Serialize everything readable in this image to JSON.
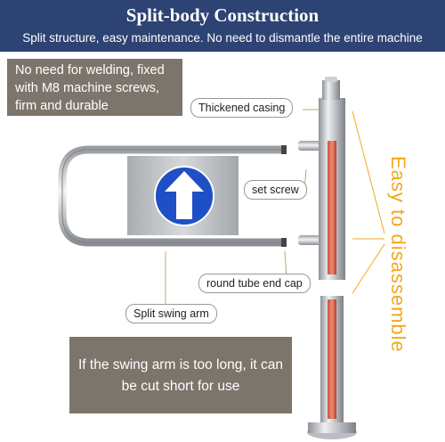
{
  "header": {
    "title": "Split-body Construction",
    "subtitle": "Split structure, easy maintenance. No need to dismantle the entire machine"
  },
  "note_top": "No need for welding, fixed with M8 machine screws, firm and durable",
  "note_bottom": "If the swing arm is too long, it can be cut short for use",
  "labels": {
    "thickened_casing": "Thickened casing",
    "set_screw": "set screw",
    "round_tube_end_cap": "round tube end cap",
    "split_swing_arm": "Split swing arm"
  },
  "vertical_text": "Easy to disassemble",
  "colors": {
    "header_bg": "#2d4373",
    "note_bg": "#7b756c",
    "accent": "#f2a81b",
    "arrow_sign": "#1f4fc4"
  },
  "icons": {
    "sign": "up-arrow-icon"
  }
}
